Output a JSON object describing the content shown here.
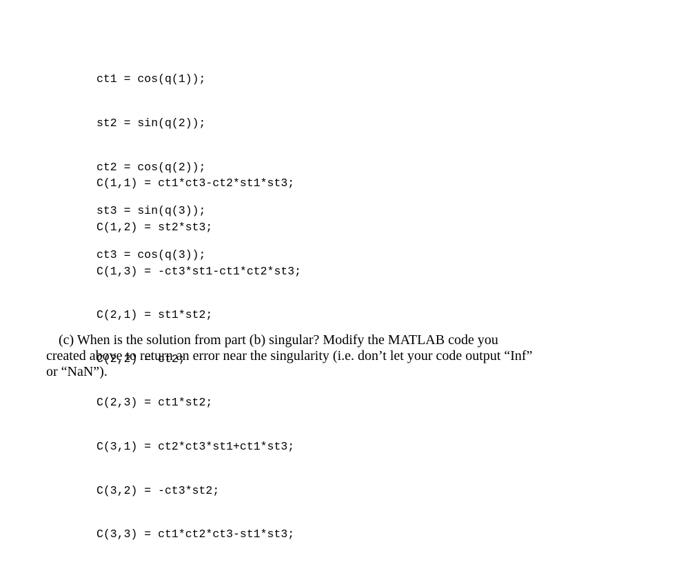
{
  "code_block_1": {
    "lines": [
      "ct1 = cos(q(1));",
      "st2 = sin(q(2));",
      "ct2 = cos(q(2));",
      "st3 = sin(q(3));",
      "ct3 = cos(q(3));"
    ]
  },
  "code_block_2": {
    "lines": [
      "C(1,1) = ct1*ct3-ct2*st1*st3;",
      "C(1,2) = st2*st3;",
      "C(1,3) = -ct3*st1-ct1*ct2*st3;",
      "C(2,1) = st1*st2;",
      "C(2,2) = ct2;",
      "C(2,3) = ct1*st2;",
      "C(3,1) = ct2*ct3*st1+ct1*st3;",
      "C(3,2) = -ct3*st2;",
      "C(3,3) = ct1*ct2*ct3-st1*st3;"
    ]
  },
  "question": {
    "lines": [
      "(c)  When is the solution from part (b) singular?  Modify the MATLAB code you",
      "created above to return an error near the singularity (i.e. don’t let your code output “Inf”",
      "or “NaN”)."
    ]
  }
}
